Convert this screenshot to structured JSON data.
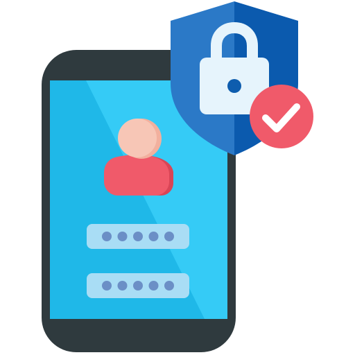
{
  "illustration": {
    "subject": "secure-mobile-login",
    "icons": [
      "smartphone-icon",
      "user-avatar-icon",
      "password-field-icon",
      "shield-icon",
      "padlock-icon",
      "checkmark-icon"
    ],
    "colors": {
      "phone_frame": "#2F3A3E",
      "screen": "#35CBF6",
      "screen_shade": "#1FB8E8",
      "avatar_head": "#F7C6B6",
      "avatar_head_shade": "#F2B09E",
      "avatar_body": "#F05A6A",
      "avatar_body_shade": "#D94556",
      "field_bg": "#A9DDF5",
      "field_dot": "#6B8FC6",
      "shield_light": "#2B79C7",
      "shield_dark": "#0B5AAE",
      "lock_body": "#E6F4FC",
      "lock_keyhole": "#0E5DAE",
      "badge": "#F05A6A",
      "badge_check": "#FFFFFF"
    },
    "password_fields": [
      {
        "masked_chars": 5
      },
      {
        "masked_chars": 5
      }
    ]
  }
}
